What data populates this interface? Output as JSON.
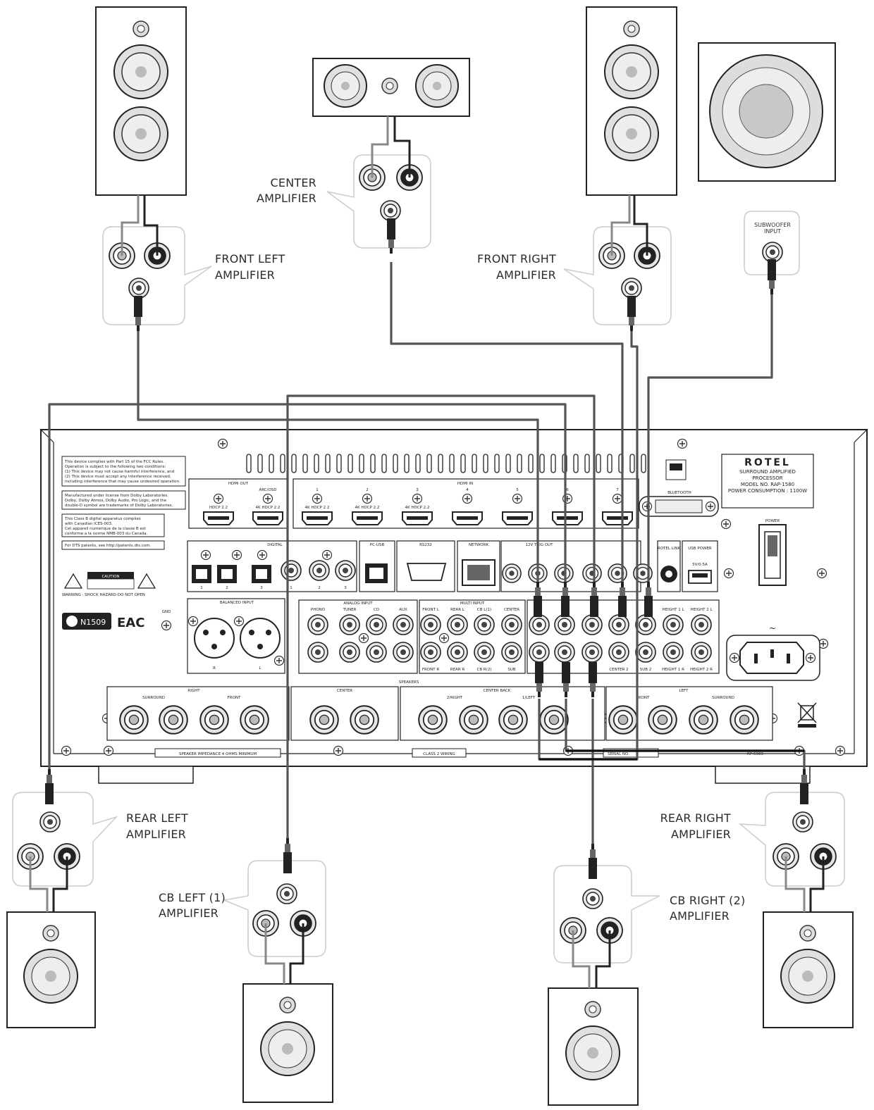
{
  "amplifiers": {
    "front_left": [
      "FRONT LEFT",
      "AMPLIFIER"
    ],
    "center": [
      "CENTER",
      "AMPLIFIER"
    ],
    "front_right": [
      "FRONT RIGHT",
      "AMPLIFIER"
    ],
    "subwoofer": [
      "SUBWOOFER",
      "INPUT"
    ],
    "rear_left": [
      "REAR LEFT",
      "AMPLIFIER"
    ],
    "cb_left": [
      "CB  LEFT (1)",
      "AMPLIFIER"
    ],
    "cb_right": [
      "CB RIGHT (2)",
      "AMPLIFIER"
    ],
    "rear_right": [
      "REAR RIGHT",
      "AMPLIFIER"
    ]
  },
  "rear_panel": {
    "brand": "ROTEL",
    "model_lines": [
      "SURROUND AMPLIFIED",
      "PROCESSOR",
      "MODEL NO. RAP-1580",
      "POWER CONSUMPTION : 1100W"
    ],
    "bluetooth_label": "BLUETOOTH",
    "power_label": "POWER",
    "hdmi_out_label": "HDMI OUT",
    "hdmi_in_label": "HDMI IN",
    "hdmi_out_ports": [
      "",
      "ARC/OSD"
    ],
    "hdmi_out_sub": [
      "HDCP 2.2",
      "4K HDCP 2.2"
    ],
    "hdmi_in_ports": [
      "1",
      "2",
      "3",
      "4",
      "5",
      "6",
      "7"
    ],
    "hdmi_in_sub": [
      "4K HDCP 2.2",
      "4K HDCP 2.2",
      "4K HDCP 2.2"
    ],
    "digital_label": "DIGITAL",
    "pc_usb_label": "PC-USB",
    "rs232_label": "RS232",
    "network_label": "NETWORK",
    "trig_label": "12V TRIG OUT",
    "rotel_link_label": "ROTEL LINK",
    "usb_power_label": "USB POWER",
    "usb_power_spec": "5V/0.5A",
    "balanced_input_label": "BALANCED INPUT",
    "analog_input_label": "ANALOG INPUT",
    "analog_inputs": [
      "PHONO",
      "TUNER",
      "CD",
      "AUX"
    ],
    "multi_input_label": "MULTI INPUT",
    "multi_top": [
      "FRONT L",
      "REAR L",
      "CB L(1)",
      "CENTER"
    ],
    "multi_bottom": [
      "FRONT R",
      "REAR R",
      "CB R(2)",
      "SUB"
    ],
    "pre_out_bottom": [
      "CENTER 2",
      "SUB 2",
      "HEIGHT 1 R",
      "HEIGHT 2 R"
    ],
    "pre_out_top": [
      "HEIGHT 1 L",
      "HEIGHT 2 L"
    ],
    "speakers_label": "SPEAKERS",
    "speaker_groups": [
      "RIGHT",
      "CENTER",
      "CENTER BACK",
      "LEFT"
    ],
    "speaker_sub": [
      "SURROUND",
      "FRONT",
      "2/RIGHT",
      "1/LEFT",
      "FRONT",
      "SURROUND"
    ],
    "impedance": "SPEAKER IMPEDANCE 4 OHMS MINIMUM",
    "class2": "CLASS 2 WIRING",
    "serial": "SERIAL NO.",
    "rp_code": "RP-5909",
    "ground": "GND",
    "caution": "CAUTION",
    "warning": "WARNING : SHOCK HAZARD-DO NOT OPEN",
    "n_mark": "N1509",
    "eac": "EAC",
    "fcc_lines": [
      "This device complies with Part 15 of the FCC Rules.",
      "Operation is subject to the following two conditions:",
      "(1) This device may not cause harmful interference, and",
      "(2) This device must accept any interference received,",
      "including interference that may cause undesired operation."
    ],
    "dolby_lines": [
      "Manufactured under license from Dolby Laboratories.",
      "Dolby, Dolby Atmos, Dolby Audio, Pro Logic, and the",
      "double-D symbol are trademarks of Dolby Laboratories."
    ],
    "canada_lines": [
      "This Class B digital apparatus complies",
      "with Canadian ICES-003.",
      "Cet appareil numerique de la classe B est",
      "conforme a la norme NMB-003 du Canada."
    ],
    "dts_line": "For DTS patents, see http://patents.dts.com."
  },
  "icons": [
    "speaker-icon",
    "subwoofer-icon",
    "rca-jack-icon",
    "binding-post-icon",
    "screw-icon",
    "hdmi-port-icon",
    "xlr-icon",
    "power-switch-icon",
    "ac-inlet-icon",
    "weee-bin-icon"
  ]
}
